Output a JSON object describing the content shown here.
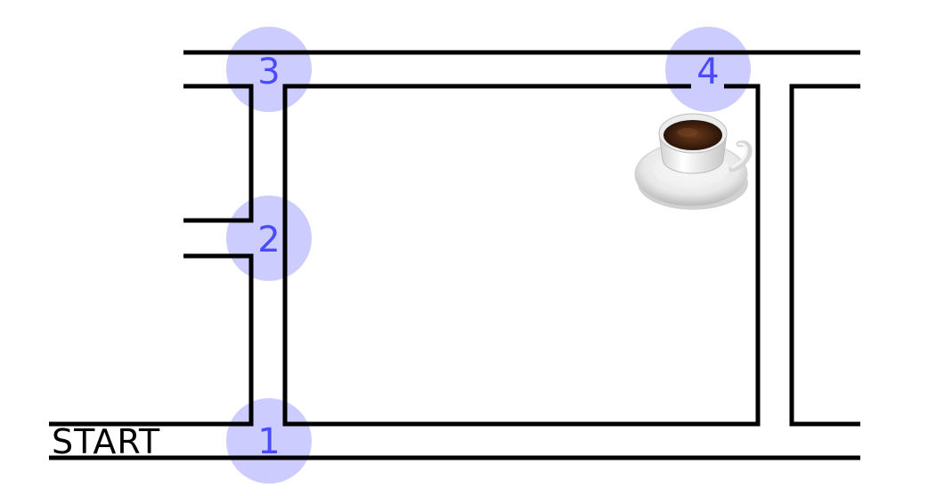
{
  "start_label": "START",
  "waypoints": [
    {
      "label": "1"
    },
    {
      "label": "2"
    },
    {
      "label": "3"
    },
    {
      "label": "4"
    }
  ],
  "goal_icon": "coffee-cup-icon",
  "colors": {
    "waypoint_fill": "#ccccff",
    "waypoint_text": "#4a4aff",
    "wall": "#000000"
  }
}
